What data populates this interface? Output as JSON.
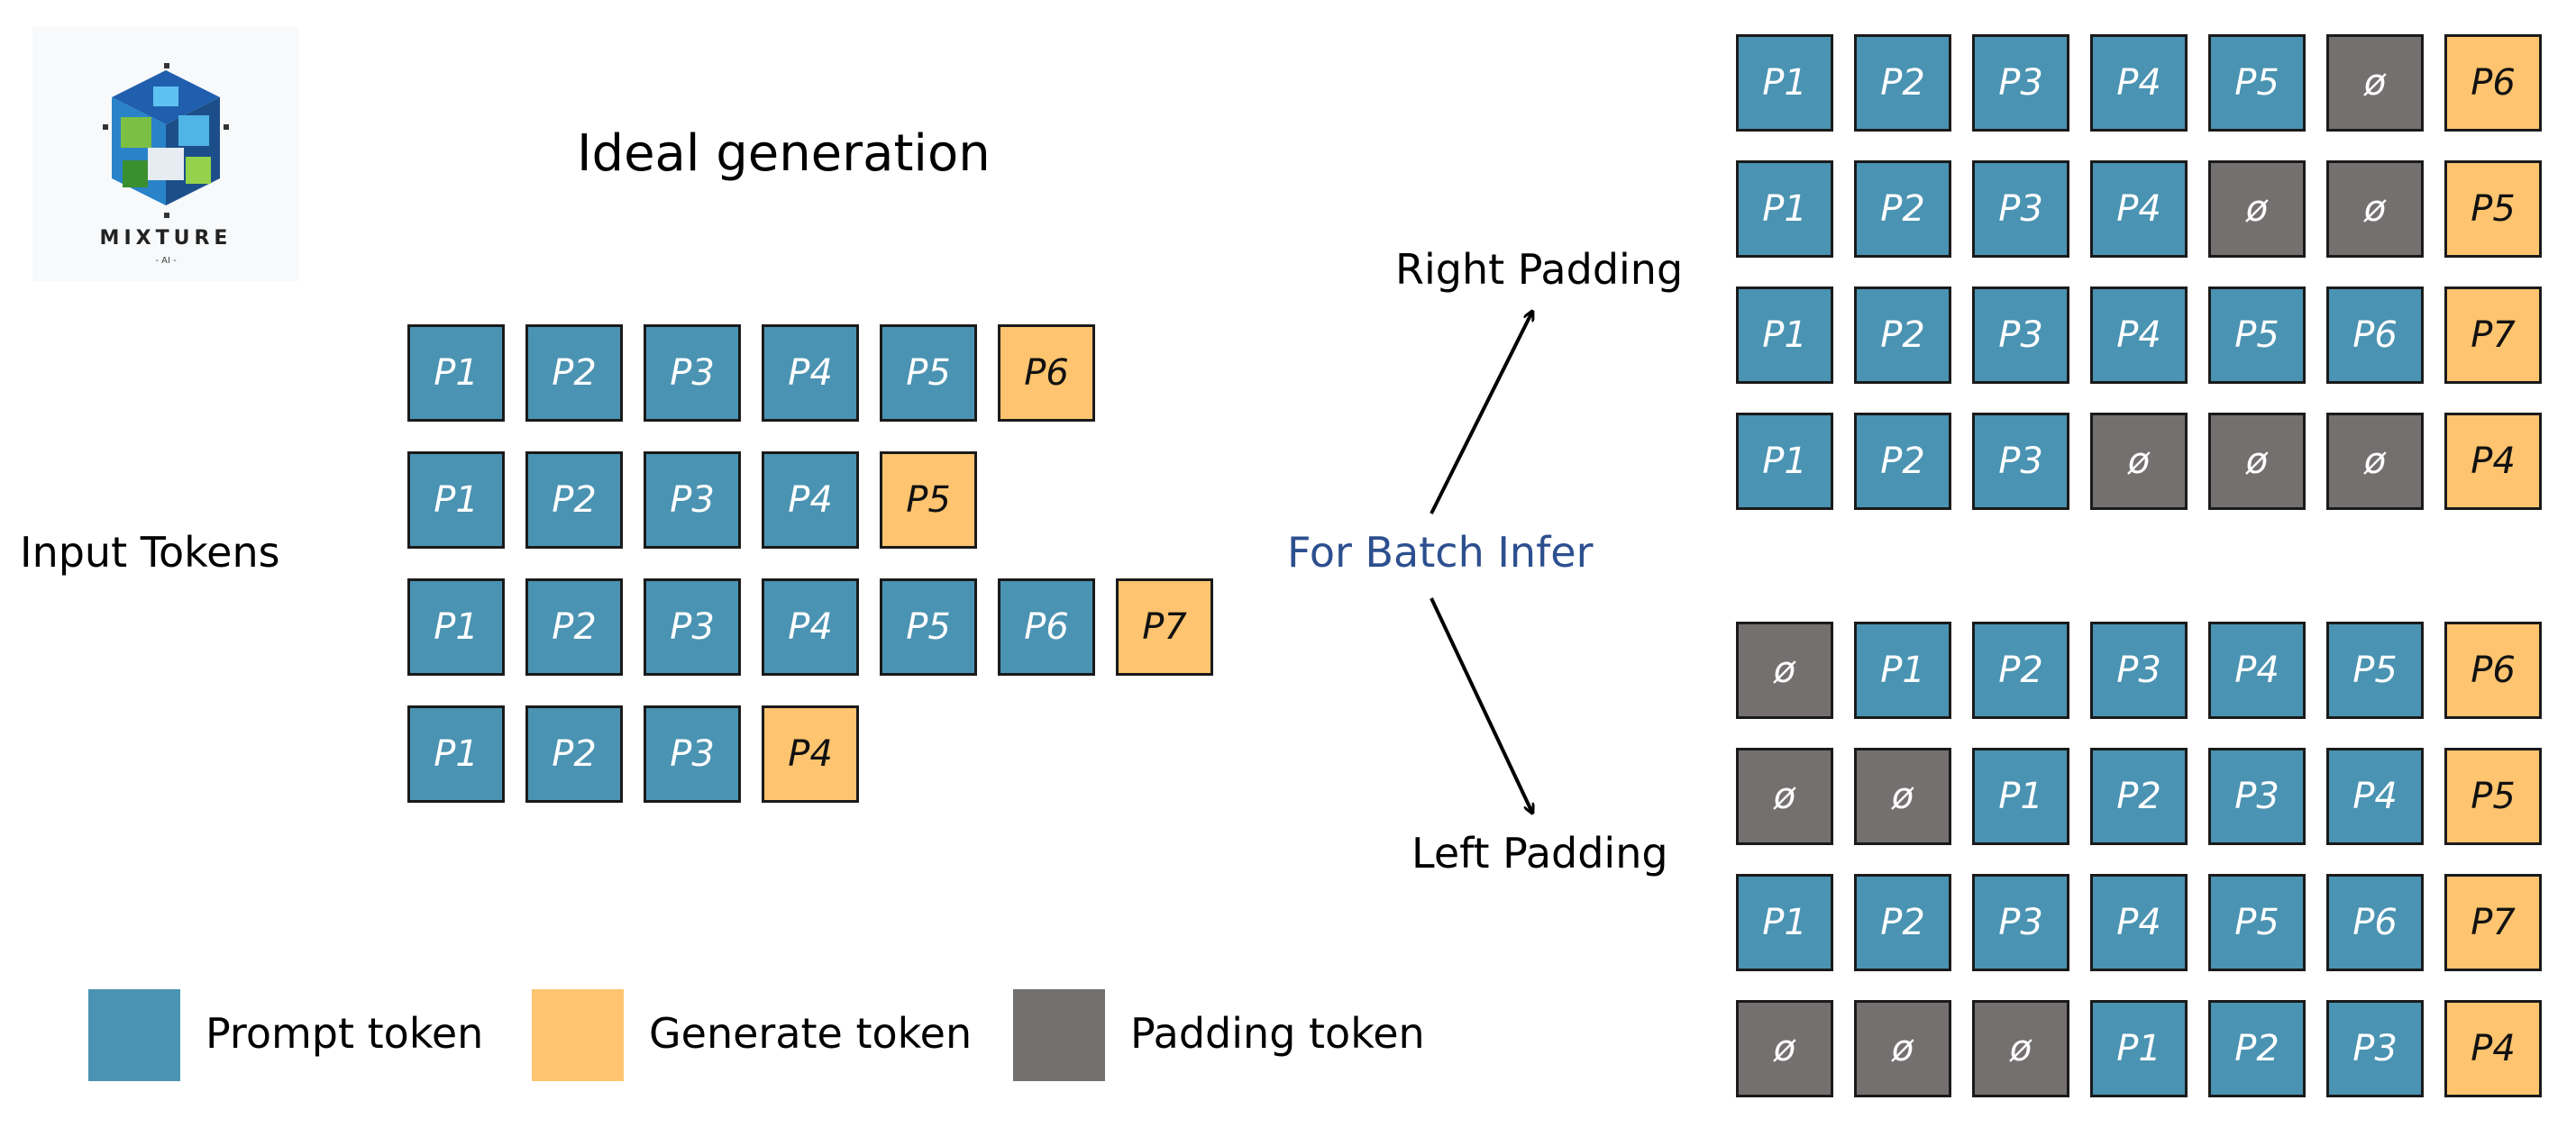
{
  "logo": {
    "brand": "MIXTURE",
    "sub": "- AI -"
  },
  "title": "Ideal generation",
  "input_label": "Input Tokens",
  "center_label": "For Batch Infer",
  "right_padding_label": "Right Padding",
  "left_padding_label": "Left Padding",
  "legend": [
    {
      "label": "Prompt token",
      "kind": "prompt"
    },
    {
      "label": "Generate token",
      "kind": "gen"
    },
    {
      "label": "Padding token",
      "kind": "pad"
    }
  ],
  "colors": {
    "prompt": "#4a93b2",
    "generate": "#fec46f",
    "padding": "#757070",
    "center_label": "#2c4f8f"
  },
  "ideal_rows": [
    [
      [
        "prompt",
        "P1"
      ],
      [
        "prompt",
        "P2"
      ],
      [
        "prompt",
        "P3"
      ],
      [
        "prompt",
        "P4"
      ],
      [
        "prompt",
        "P5"
      ],
      [
        "gen",
        "P6"
      ]
    ],
    [
      [
        "prompt",
        "P1"
      ],
      [
        "prompt",
        "P2"
      ],
      [
        "prompt",
        "P3"
      ],
      [
        "prompt",
        "P4"
      ],
      [
        "gen",
        "P5"
      ]
    ],
    [
      [
        "prompt",
        "P1"
      ],
      [
        "prompt",
        "P2"
      ],
      [
        "prompt",
        "P3"
      ],
      [
        "prompt",
        "P4"
      ],
      [
        "prompt",
        "P5"
      ],
      [
        "prompt",
        "P6"
      ],
      [
        "gen",
        "P7"
      ]
    ],
    [
      [
        "prompt",
        "P1"
      ],
      [
        "prompt",
        "P2"
      ],
      [
        "prompt",
        "P3"
      ],
      [
        "gen",
        "P4"
      ]
    ]
  ],
  "right_padding_rows": [
    [
      [
        "prompt",
        "P1"
      ],
      [
        "prompt",
        "P2"
      ],
      [
        "prompt",
        "P3"
      ],
      [
        "prompt",
        "P4"
      ],
      [
        "prompt",
        "P5"
      ],
      [
        "pad",
        "ø"
      ],
      [
        "gen",
        "P6"
      ]
    ],
    [
      [
        "prompt",
        "P1"
      ],
      [
        "prompt",
        "P2"
      ],
      [
        "prompt",
        "P3"
      ],
      [
        "prompt",
        "P4"
      ],
      [
        "pad",
        "ø"
      ],
      [
        "pad",
        "ø"
      ],
      [
        "gen",
        "P5"
      ]
    ],
    [
      [
        "prompt",
        "P1"
      ],
      [
        "prompt",
        "P2"
      ],
      [
        "prompt",
        "P3"
      ],
      [
        "prompt",
        "P4"
      ],
      [
        "prompt",
        "P5"
      ],
      [
        "prompt",
        "P6"
      ],
      [
        "gen",
        "P7"
      ]
    ],
    [
      [
        "prompt",
        "P1"
      ],
      [
        "prompt",
        "P2"
      ],
      [
        "prompt",
        "P3"
      ],
      [
        "pad",
        "ø"
      ],
      [
        "pad",
        "ø"
      ],
      [
        "pad",
        "ø"
      ],
      [
        "gen",
        "P4"
      ]
    ]
  ],
  "left_padding_rows": [
    [
      [
        "pad",
        "ø"
      ],
      [
        "prompt",
        "P1"
      ],
      [
        "prompt",
        "P2"
      ],
      [
        "prompt",
        "P3"
      ],
      [
        "prompt",
        "P4"
      ],
      [
        "prompt",
        "P5"
      ],
      [
        "gen",
        "P6"
      ]
    ],
    [
      [
        "pad",
        "ø"
      ],
      [
        "pad",
        "ø"
      ],
      [
        "prompt",
        "P1"
      ],
      [
        "prompt",
        "P2"
      ],
      [
        "prompt",
        "P3"
      ],
      [
        "prompt",
        "P4"
      ],
      [
        "gen",
        "P5"
      ]
    ],
    [
      [
        "prompt",
        "P1"
      ],
      [
        "prompt",
        "P2"
      ],
      [
        "prompt",
        "P3"
      ],
      [
        "prompt",
        "P4"
      ],
      [
        "prompt",
        "P5"
      ],
      [
        "prompt",
        "P6"
      ],
      [
        "gen",
        "P7"
      ]
    ],
    [
      [
        "pad",
        "ø"
      ],
      [
        "pad",
        "ø"
      ],
      [
        "pad",
        "ø"
      ],
      [
        "prompt",
        "P1"
      ],
      [
        "prompt",
        "P2"
      ],
      [
        "prompt",
        "P3"
      ],
      [
        "gen",
        "P4"
      ]
    ]
  ]
}
